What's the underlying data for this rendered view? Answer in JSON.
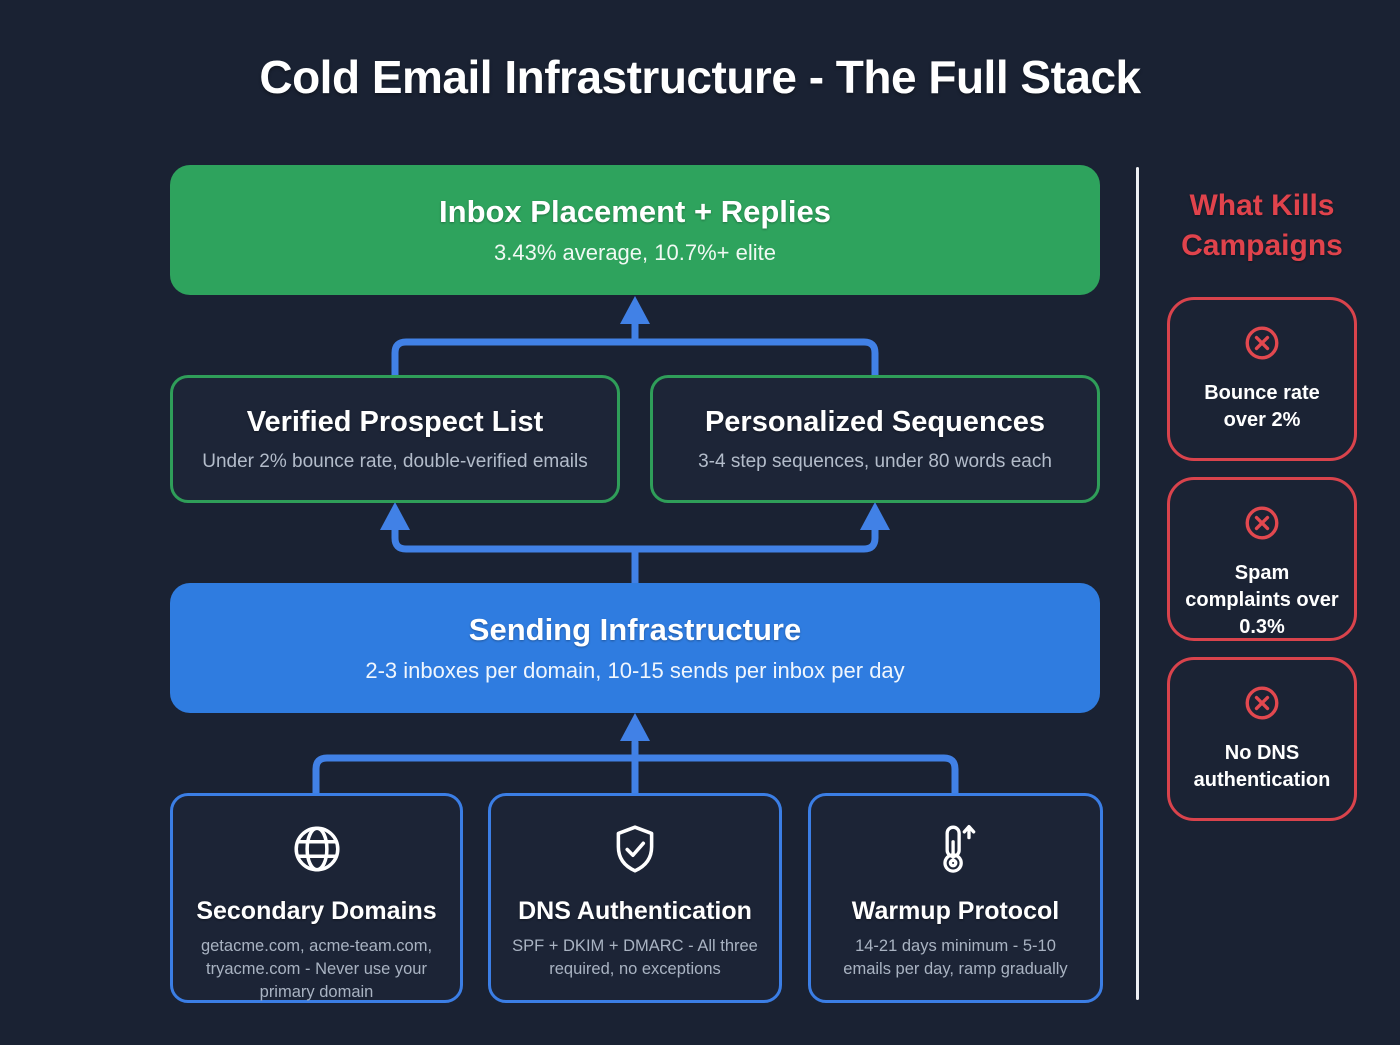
{
  "title": "Cold Email Infrastructure - The Full Stack",
  "flow": {
    "inbox_placement": {
      "title": "Inbox Placement + Replies",
      "subtitle": "3.43% average, 10.7%+ elite"
    },
    "verified_prospect_list": {
      "title": "Verified Prospect List",
      "subtitle": "Under 2% bounce rate, double-verified emails"
    },
    "personalized_sequences": {
      "title": "Personalized Sequences",
      "subtitle": "3-4 step sequences, under 80 words each"
    },
    "sending_infrastructure": {
      "title": "Sending Infrastructure",
      "subtitle": "2-3 inboxes per domain, 10-15 sends per inbox per day"
    },
    "secondary_domains": {
      "title": "Secondary Domains",
      "subtitle": "getacme.com, acme-team.com, tryacme.com - Never use your primary domain",
      "icon": "globe-icon"
    },
    "dns_authentication": {
      "title": "DNS Authentication",
      "subtitle": "SPF + DKIM + DMARC - All three required, no exceptions",
      "icon": "shield-check-icon"
    },
    "warmup_protocol": {
      "title": "Warmup Protocol",
      "subtitle": "14-21 days minimum - 5-10 emails per day, ramp gradually",
      "icon": "thermometer-up-icon"
    }
  },
  "sidebar": {
    "heading": "What Kills Campaigns",
    "items": [
      {
        "label": "Bounce rate over 2%",
        "icon": "circle-x-icon"
      },
      {
        "label": "Spam complaints over 0.3%",
        "icon": "circle-x-icon"
      },
      {
        "label": "No DNS authentication",
        "icon": "circle-x-icon"
      }
    ]
  },
  "colors": {
    "background": "#1a2233",
    "green_fill": "#2ea35d",
    "green_border": "#2f9e59",
    "blue_fill": "#2f7ce0",
    "blue_border": "#3b7ee5",
    "connector_blue": "#4181e6",
    "red_accent": "#d9434c",
    "subtitle_gray": "#a9b3c2",
    "divider_white": "#eef0f4"
  }
}
